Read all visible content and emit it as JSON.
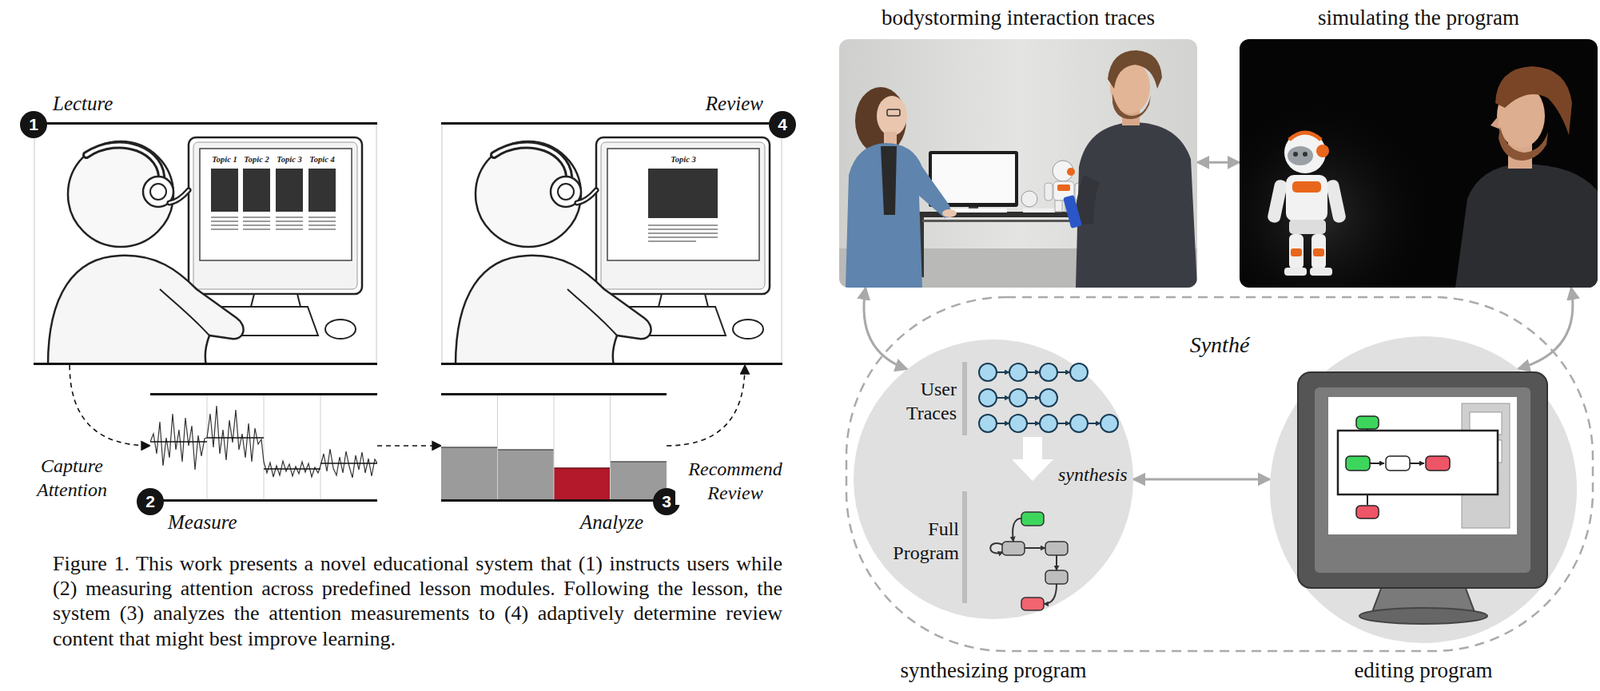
{
  "diagram": {
    "caption": "Figure 1. This work presents a novel educational system that (1) instructs users while (2) measuring attention across predefined lesson modules. Following the lesson, the system (3) analyzes the attention measurements to (4) adaptively determine review content that might best improve learning.",
    "nodes": [
      {
        "text": [
          "Lecture"
        ]
      },
      {
        "text": [
          "Measure"
        ]
      },
      {
        "text": [
          "Analyze"
        ]
      },
      {
        "text": [
          "Review"
        ]
      },
      {
        "text": [
          "bodystorming interaction traces"
        ]
      },
      {
        "text": [
          "simulating the program"
        ]
      },
      {
        "text": [
          "Synthé"
        ]
      },
      {
        "text": [
          "User Traces",
          "synthesis",
          "Full Program",
          "synthesizing program"
        ],
        "in": 6
      },
      {
        "text": [
          "editing program"
        ],
        "in": 6
      }
    ],
    "edges": [
      {
        "from": 0,
        "to": 1,
        "label": "Capture Attention",
        "arrow": "to"
      },
      {
        "from": 1,
        "to": 2,
        "arrow": "to"
      },
      {
        "from": 2,
        "to": 3,
        "label": "Recommend Review",
        "arrow": "to"
      },
      {
        "from": 4,
        "to": 5,
        "arrow": "both"
      },
      {
        "from": 4,
        "to": 7,
        "arrow": "both"
      },
      {
        "from": 5,
        "to": 8,
        "arrow": "both"
      },
      {
        "from": 7,
        "to": 8,
        "arrow": "both"
      }
    ],
    "labels": [
      "1",
      "2",
      "3",
      "4",
      "Topic 1",
      "Topic 2",
      "Topic 3",
      "Topic 4",
      "Topic 3"
    ]
  }
}
